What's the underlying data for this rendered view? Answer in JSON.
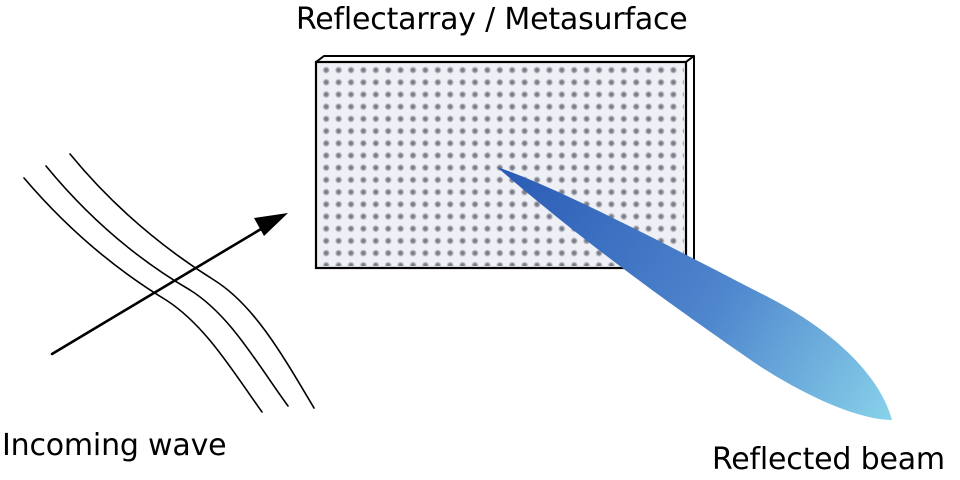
{
  "diagram": {
    "title": "Reflectarray / Metasurface",
    "incoming_label": "Incoming wave",
    "reflected_label": "Reflected beam",
    "icons": {
      "incidence_arrow": "arrow-up-right-icon",
      "wavefronts": "wavefront-lines",
      "beam": "reflected-beam-lobe"
    },
    "colors": {
      "panel_fill": "#eef0f6",
      "panel_edge": "#000000",
      "unit_cell": "#7b7e88",
      "beam_start": "#2a5bb5",
      "beam_end": "#88d2ea",
      "ink": "#000000"
    }
  }
}
